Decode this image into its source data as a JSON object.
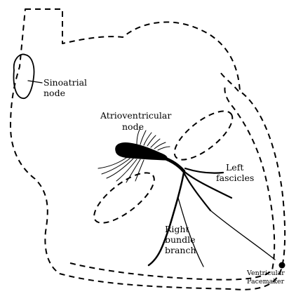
{
  "labels": {
    "sinoatrial": [
      "Sinoatrial",
      "node"
    ],
    "atrioventricular": [
      "Atrioventricular",
      "node"
    ],
    "left_fascicles": [
      "Left",
      "fascicles"
    ],
    "right_bundle": [
      "Right",
      "bundle",
      "branch"
    ],
    "ventricular_pacemaker": [
      "Ventricular",
      "Pacemaker"
    ]
  }
}
